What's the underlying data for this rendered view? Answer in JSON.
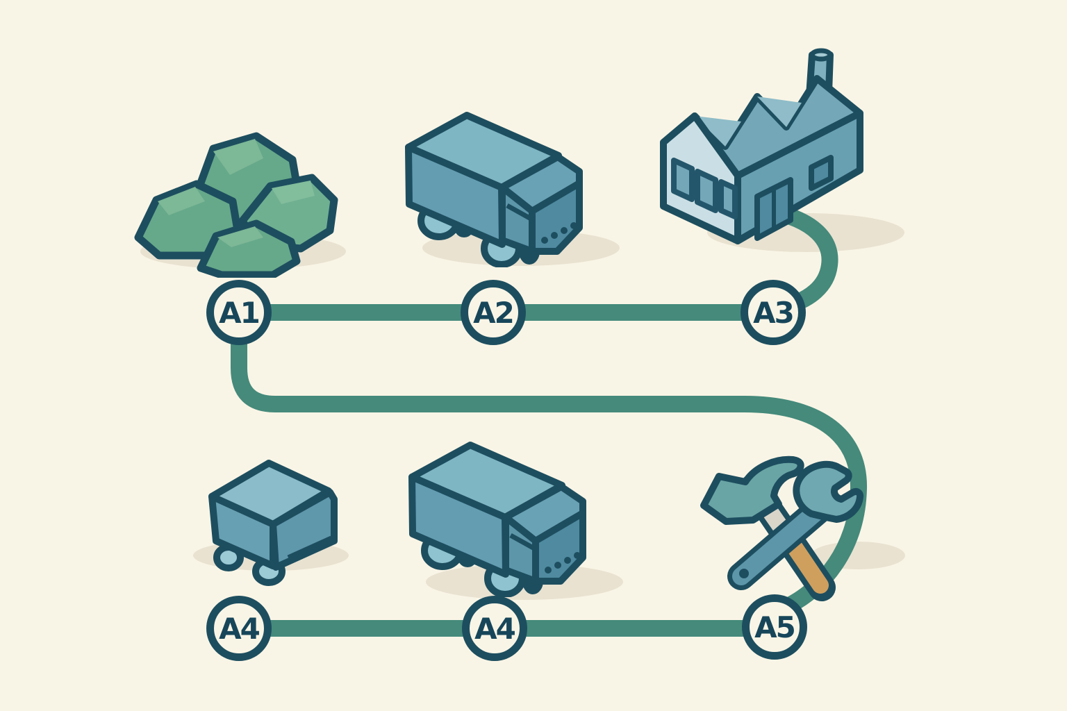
{
  "palette": {
    "background": "#f9f5e6",
    "path_green": "#458a7b",
    "node_border": "#1d4e5f",
    "node_fill": "#f9f5e6",
    "node_text": "#17465a",
    "outline_dark": "#1d4e5f",
    "rock_green": "#66a98a",
    "rock_green_light": "#7db897",
    "vehicle_blue_top": "#7fb6c4",
    "vehicle_blue_side": "#649db1",
    "vehicle_blue_dark": "#4f8aa0",
    "wheel_blue": "#8ec3cf",
    "factory_face_light": "#cadfe5",
    "factory_roof": "#74a8b9",
    "factory_side": "#68a0b2",
    "chimney_blue": "#7fb0bf",
    "hammer_teal": "#6aa5a5",
    "wrench_blue": "#5d96a9",
    "wrench_teal": "#6fa8b0",
    "handle_gray": "#d9d5c9",
    "handle_tan": "#cf9f5e",
    "shadow": "#e9e2d1"
  },
  "nodes": {
    "top_row": [
      {
        "label": "A1"
      },
      {
        "label": "A2"
      },
      {
        "label": "A3"
      }
    ],
    "bottom_row": [
      {
        "label": "A4"
      },
      {
        "label": "A4"
      },
      {
        "label": "A5"
      }
    ]
  },
  "icons": {
    "top_row": [
      "raw-materials-rocks",
      "box-truck",
      "factory"
    ],
    "bottom_row": [
      "delivery-van",
      "box-truck",
      "hammer-and-wrench"
    ]
  }
}
